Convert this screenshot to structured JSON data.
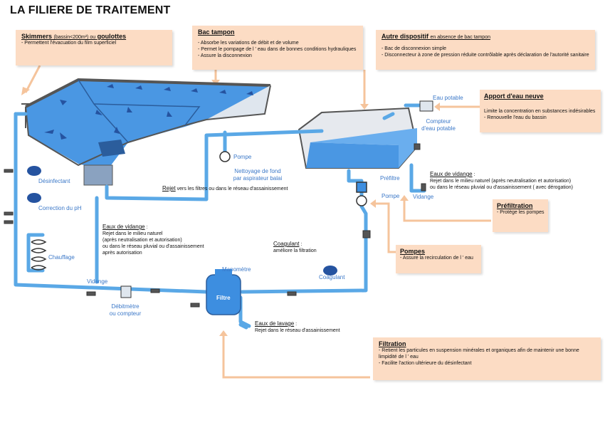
{
  "title": "LA FILIERE DE TRAITEMENT",
  "colors": {
    "water": "#3d8ee0",
    "pipe": "#5aa8e6",
    "box": "#fcdcc4",
    "arrow": "#f5c49c",
    "label": "#3b78c8"
  },
  "boxes": {
    "skimmers": {
      "title": "Skimmers",
      "title_small": "(bassin<200m²) ou",
      "title2": "goulottes",
      "lines": [
        "- Permettent l'évacuation du film superficiel"
      ]
    },
    "bac_tampon": {
      "title": "Bac tampon",
      "lines": [
        "-  Absorbe les variations de débit et de volume",
        "- Permet le pompage de l ' eau dans de bonnes conditions hydrauliques",
        "-  Assure la disconnexion"
      ]
    },
    "autre_dispositif": {
      "title": "Autre dispositif",
      "title_small": "en absence de bac tampon",
      "lines": [
        "- Bac de disconnexion simple",
        "- Disconnecteur à zone de pression réduite contrôlable après déclaration  de l'autorité sanitaire"
      ]
    },
    "apport_eau": {
      "title": "Apport d'eau neuve",
      "lines": [
        "Limite la concentration en substances indésirables",
        "- Renouvelle l'eau du bassin"
      ]
    },
    "prefiltration": {
      "title": "Préfiltration",
      "lines": [
        "- Protège les pompes"
      ]
    },
    "pompes": {
      "title": "Pompes",
      "lines": [
        "- Assure la recirculation de l ' eau"
      ]
    },
    "filtration": {
      "title": "Filtration",
      "lines": [
        "- Retient les particules en suspension minérales et organiques afin de maintenir une bonne",
        "  limpidité de l ' eau",
        "- Facilite l'action ultérieure du désinfectant"
      ]
    }
  },
  "labels": {
    "eau_potable": "Eau potable",
    "compteur": [
      "Compteur",
      "d'eau potable"
    ],
    "pompe_aspirateur": "Pompe",
    "nettoyage": [
      "Nettoyage de fond",
      "par aspirateur balai"
    ],
    "prefiltre": "Préfiltre",
    "pompe": "Pompe",
    "vidange_right": "Vidange",
    "desinfectant": "Désinfectant",
    "correction_ph": "Correction du pH",
    "chauffage": "Chauffage",
    "vidange_left": "Vidange",
    "debitmetre": [
      "Débitmètre",
      "ou compteur"
    ],
    "manometre": "Manomètre",
    "filtre": "Filtre",
    "coagulant": "Coagulant"
  },
  "texts": {
    "rejet_title": "Rejet",
    "rejet_rest": " vers les filtres ou dans le réseau d'assainissement",
    "vidange_right_title": "Eaux de vidange",
    "vidange_right_colon": " :",
    "vidange_right_lines": [
      "Rejet dans le milieu naturel (après neutralisation et autorisation)",
      "ou dans le réseau pluvial ou d'assainissement ( avec dérogation)"
    ],
    "vidange_left_title": "Eaux de vidange",
    "vidange_left_colon": " :",
    "vidange_left_lines": [
      "Rejet dans le milieu naturel",
      "(après neutralisation et autorisation)",
      "ou dans le réseau pluvial ou d'assainissement",
      "après autorisation"
    ],
    "coagulant_title": "Coagulant",
    "coagulant_colon": " :",
    "coagulant_line": "améliore la filtration",
    "lavage_title": "Eaux de lavage",
    "lavage_colon": " :",
    "lavage_line": "Rejet dans le réseau d'assainissement"
  }
}
